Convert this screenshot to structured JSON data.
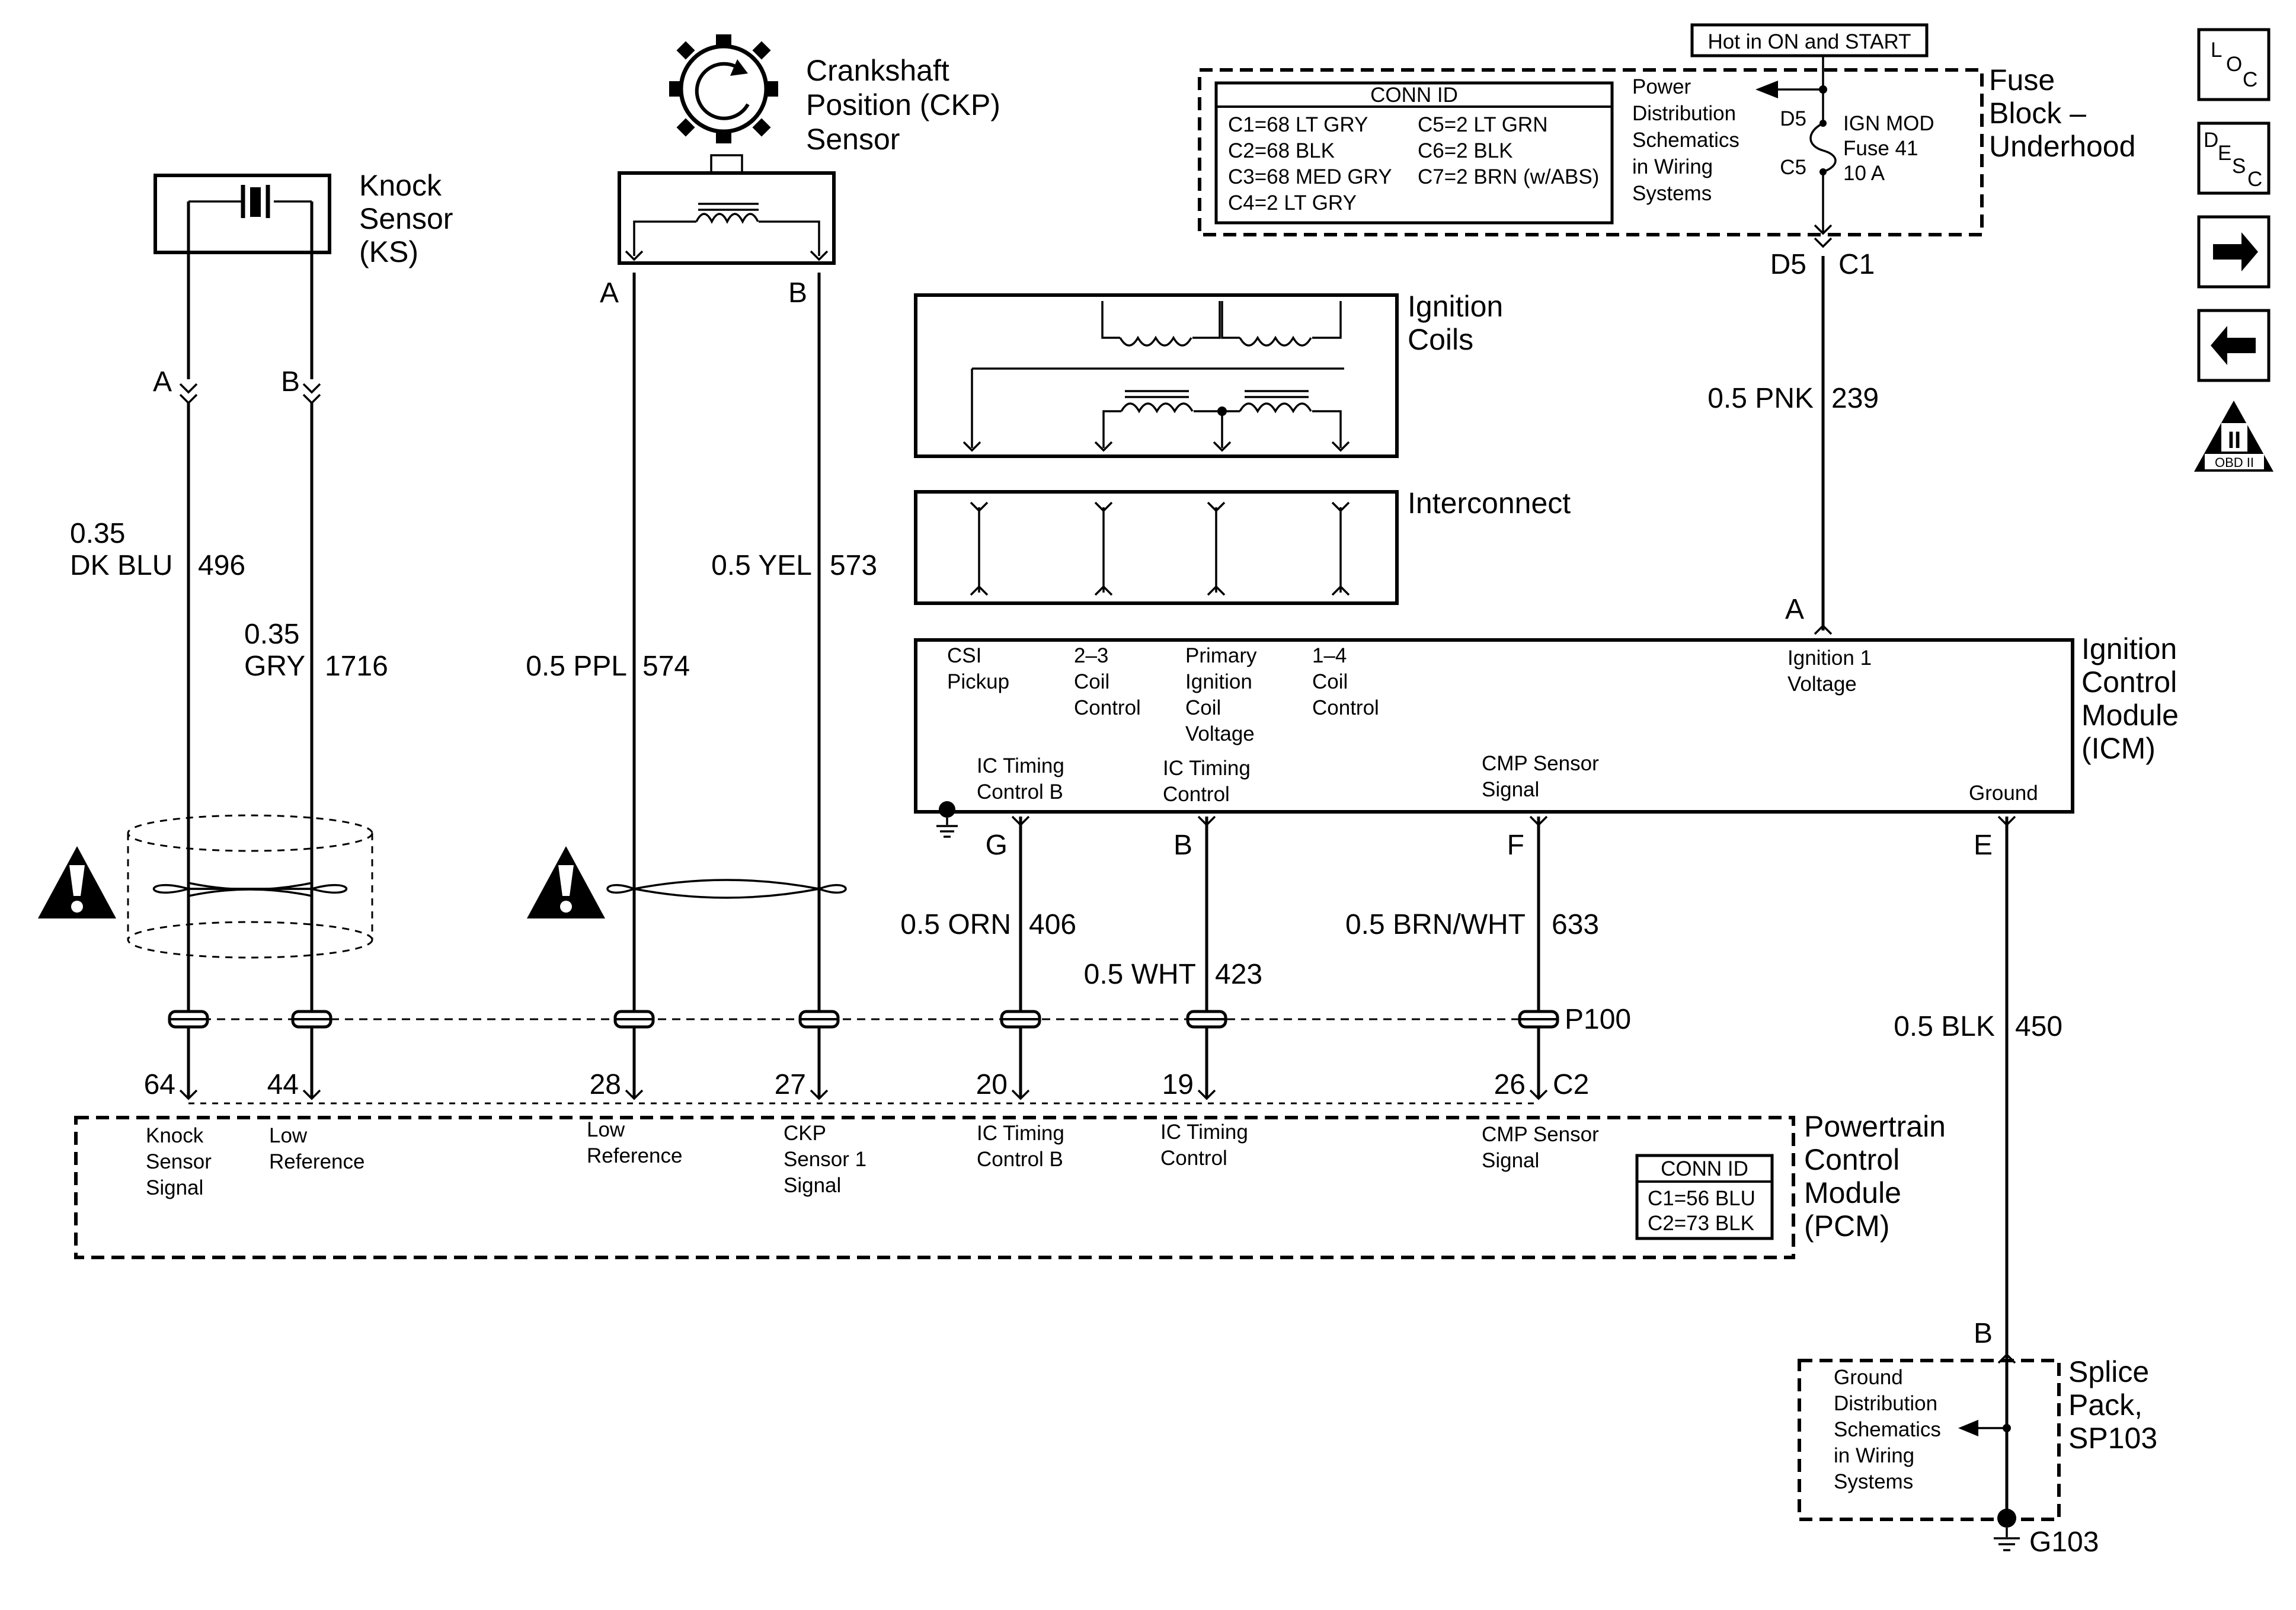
{
  "components": {
    "knock_sensor": {
      "line1": "Knock",
      "line2": "Sensor",
      "line3": "(KS)"
    },
    "ckp_sensor": {
      "line1": "Crankshaft",
      "line2": "Position (CKP)",
      "line3": "Sensor"
    },
    "ignition_coils": {
      "line1": "Ignition",
      "line2": "Coils"
    },
    "interconnect": {
      "label": "Interconnect"
    },
    "icm": {
      "line1": "Ignition",
      "line2": "Control",
      "line3": "Module",
      "line4": "(ICM)"
    },
    "fuse_block": {
      "line1": "Fuse",
      "line2": "Block –",
      "line3": "Underhood"
    },
    "pcm": {
      "line1": "Powertrain",
      "line2": "Control",
      "line3": "Module",
      "line4": "(PCM)"
    },
    "splice_pack": {
      "line1": "Splice",
      "line2": "Pack,",
      "line3": "SP103"
    }
  },
  "fuse_block": {
    "hot_label": "Hot in ON and START",
    "conn_id": {
      "title": "CONN ID",
      "left": [
        "C1=68 LT GRY",
        "C2=68 BLK",
        "C3=68 MED GRY",
        "C4=2 LT GRY"
      ],
      "right": [
        "C5=2 LT GRN",
        "C6=2 BLK",
        "C7=2 BRN (w/ABS)"
      ]
    },
    "power_note": [
      "Power",
      "Distribution",
      "Schematics",
      "in Wiring",
      "Systems"
    ],
    "fuse_upper_pin": "D5",
    "fuse_lower_pin": "C5",
    "fuse_name": [
      "IGN MOD",
      "Fuse 41",
      "10 A"
    ],
    "out_pin": "D5",
    "out_conn": "C1"
  },
  "icm_terminals": {
    "top": [
      {
        "lines": [
          "CSI",
          "Pickup"
        ]
      },
      {
        "lines": [
          "2–3",
          "Coil",
          "Control"
        ]
      },
      {
        "lines": [
          "Primary",
          "Ignition",
          "Coil",
          "Voltage"
        ]
      },
      {
        "lines": [
          "1–4",
          "Coil",
          "Control"
        ]
      },
      {
        "lines": [
          "Ignition 1",
          "Voltage"
        ]
      }
    ],
    "bottom": [
      {
        "lines": [
          "IC Timing",
          "Control B"
        ]
      },
      {
        "lines": [
          "IC Timing",
          "Control"
        ]
      },
      {
        "lines": [
          "CMP Sensor",
          "Signal"
        ]
      },
      {
        "lines": [
          "Ground"
        ]
      }
    ]
  },
  "pins": {
    "ks_a": "A",
    "ks_b": "B",
    "ckp_a": "A",
    "ckp_b": "B",
    "icm_a": "A",
    "icm_g": "G",
    "icm_b": "B",
    "icm_f": "F",
    "icm_e": "E",
    "sp_b": "B"
  },
  "wires": {
    "ks_sig": {
      "gauge": "0.35",
      "color": "DK BLU",
      "circuit": "496"
    },
    "ks_ref": {
      "gauge": "0.35",
      "color": "GRY",
      "circuit": "1716"
    },
    "ckp_low": {
      "label": "0.5 PPL",
      "circuit": "574"
    },
    "ckp_sig": {
      "label": "0.5 YEL",
      "circuit": "573"
    },
    "ign": {
      "label": "0.5 PNK",
      "circuit": "239"
    },
    "ic_b": {
      "label": "0.5 ORN",
      "circuit": "406"
    },
    "ic": {
      "label": "0.5 WHT",
      "circuit": "423"
    },
    "cmp": {
      "label": "0.5 BRN/WHT",
      "circuit": "633"
    },
    "gnd": {
      "label": "0.5 BLK",
      "circuit": "450"
    }
  },
  "connector_p100": "P100",
  "pcm_pins": [
    "64",
    "44",
    "28",
    "27",
    "20",
    "19",
    "26"
  ],
  "pcm_conn": "C2",
  "pcm_terminals": [
    [
      "Knock",
      "Sensor",
      "Signal"
    ],
    [
      "Low",
      "Reference"
    ],
    [
      "Low",
      "Reference"
    ],
    [
      "CKP",
      "Sensor 1",
      "Signal"
    ],
    [
      "IC Timing",
      "Control B"
    ],
    [
      "IC Timing",
      "Control"
    ],
    [
      "CMP Sensor",
      "Signal"
    ]
  ],
  "pcm_conn_id": {
    "title": "CONN ID",
    "rows": [
      "C1=56 BLU",
      "C2=73 BLK"
    ]
  },
  "splice_note": [
    "Ground",
    "Distribution",
    "Schematics",
    "in Wiring",
    "Systems"
  ],
  "ground_label": "G103",
  "side_icons": {
    "loc": {
      "a": "L",
      "b": "O",
      "c": "C"
    },
    "desc": {
      "a": "D",
      "b": "E",
      "c": "S",
      "d": "C"
    },
    "obd": {
      "numeral": "II",
      "label": "OBD II"
    }
  }
}
